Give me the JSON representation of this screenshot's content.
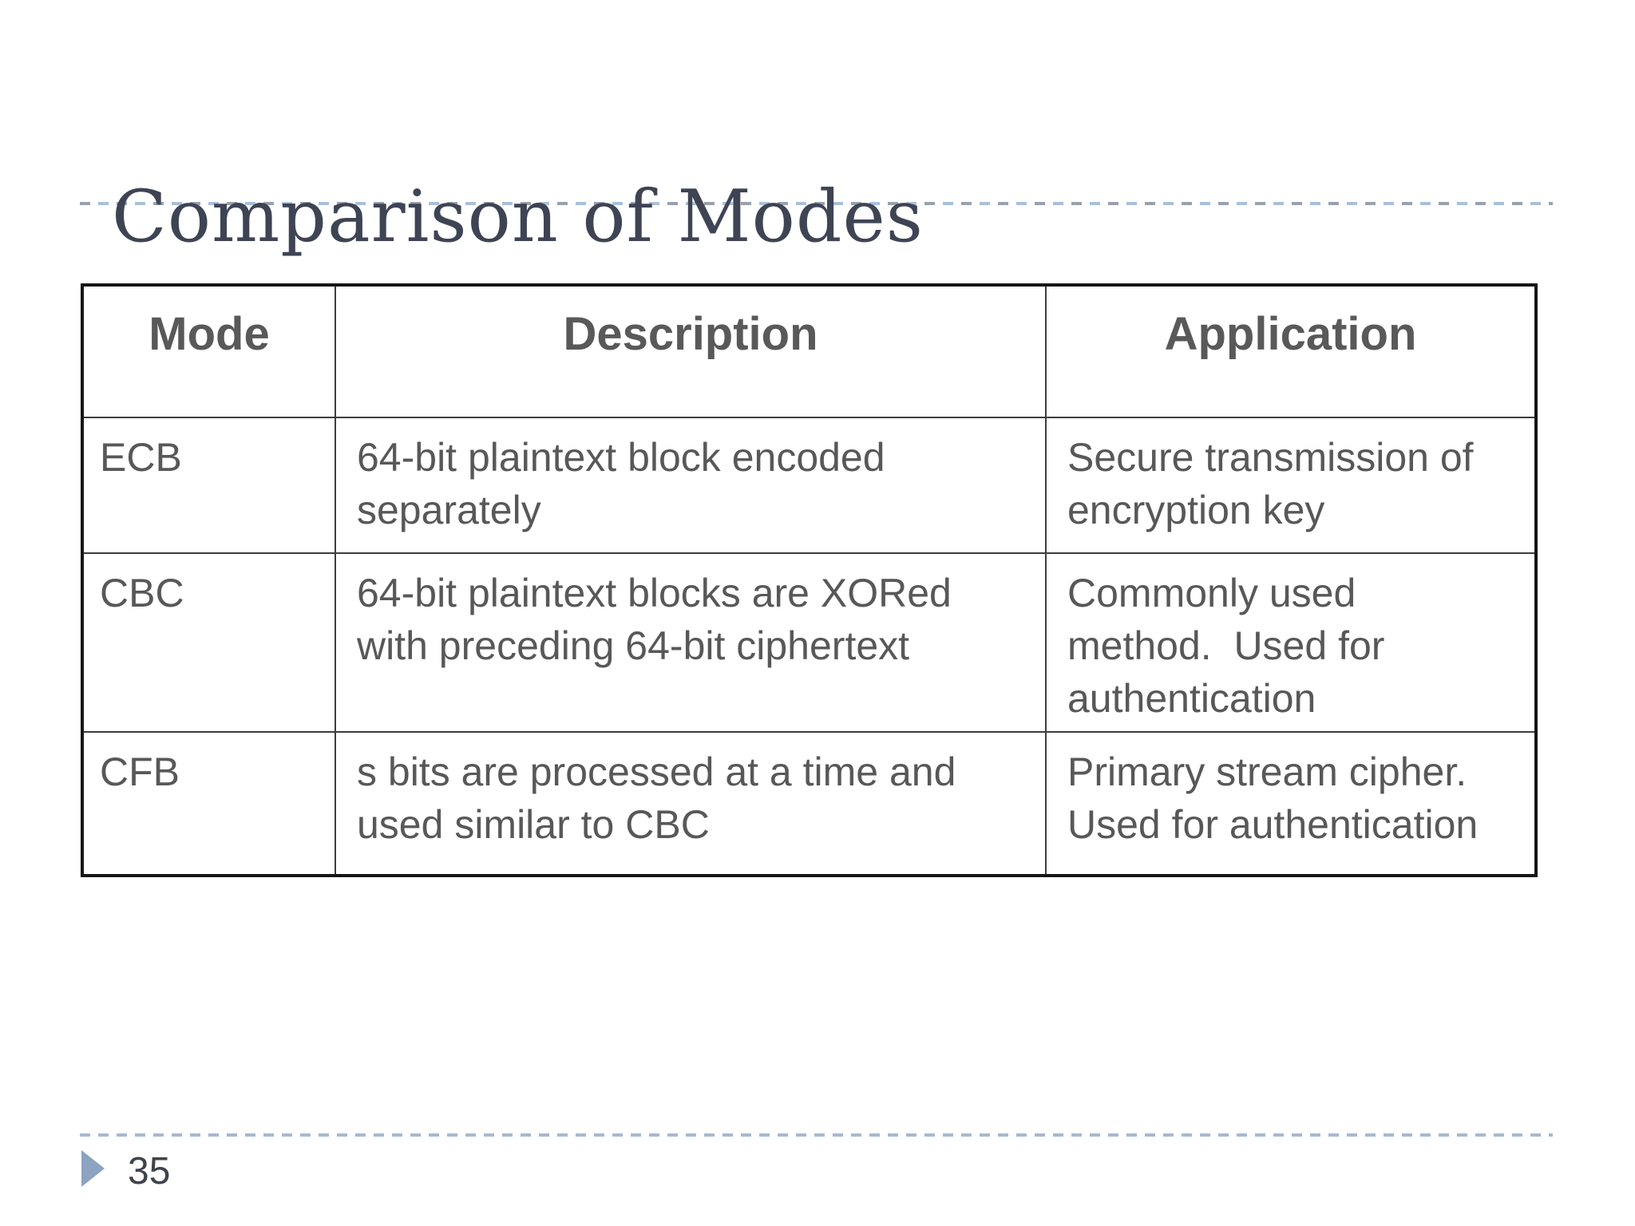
{
  "title": "Comparison of Modes",
  "table": {
    "headers": [
      "Mode",
      "Description",
      "Application"
    ],
    "rows": [
      {
        "mode": "ECB",
        "description": "64-bit plaintext block encoded\nseparately",
        "application": "Secure transmission of\nencryption key"
      },
      {
        "mode": "CBC",
        "description": "64-bit plaintext blocks are XORed\nwith preceding 64-bit ciphertext",
        "application": "Commonly used\nmethod.  Used for\nauthentication"
      },
      {
        "mode": "CFB",
        "description": "s bits are processed at a time and\nused similar to CBC",
        "application": "Primary stream cipher.\nUsed for authentication"
      }
    ]
  },
  "footer": {
    "page_number": "35",
    "arrow_icon": "right-triangle"
  },
  "colors": {
    "title_text": "#3e4454",
    "body_text": "#585858",
    "table_border": "#161616",
    "dash_gray": "#97a2ad",
    "dash_blue": "#a9c0da",
    "footer_dash": "#a7b9ce",
    "arrow_fill": "#8ca3c1"
  }
}
